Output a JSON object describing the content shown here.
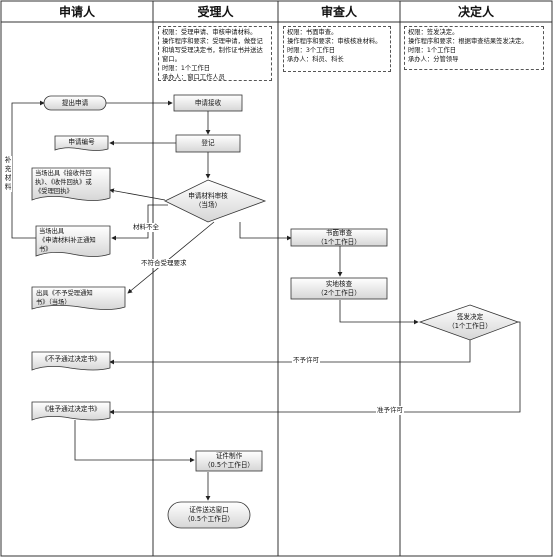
{
  "lanes": {
    "applicant": "申请人",
    "acceptor": "受理人",
    "reviewer": "审查人",
    "decider": "决定人"
  },
  "notes": {
    "acceptor": [
      "权限：受理申请、审核申请材料。",
      "操作程序和要求：受理申请，做登记和填写受理决定书，制作证书并送达窗口。",
      "时限：1个工作日",
      "承办人：窗口工作人员"
    ],
    "reviewer": [
      "权限：书面审查。",
      "操作程序和要求：审核核准材料。",
      "时限：3个工作日",
      "承办人：科员、科长"
    ],
    "decider": [
      "权限：签发决定。",
      "操作程序和要求：根据审查结果签发决定。",
      "时限：1个工作日",
      "承办人：分管领导"
    ]
  },
  "nodes": {
    "submit": "提出申请",
    "receive": "申请接收",
    "app_number": "申请编号",
    "register": "登记",
    "review_materials": [
      "申请材料审核",
      "（当场）"
    ],
    "issue_receipt": [
      "当场出具《接收件回",
      "执》、《收件回执》或",
      "《受理回执》"
    ],
    "supplement_notice": [
      "当场出具",
      "《申请材料补正通知",
      "书》"
    ],
    "reject_notice": [
      "出具《不予受理通知",
      "书》（当场）"
    ],
    "written_review": [
      "书面审查",
      "（1个工作日）"
    ],
    "field_check": [
      "实地核查",
      "（2个工作日）"
    ],
    "decision": [
      "签发决定",
      "（1个工作日）"
    ],
    "not_approved_doc": "《不予通过决定书》",
    "approved_doc": "《准予通过决定书》",
    "make_cert": [
      "证件制作",
      "（0.5个工作日）"
    ],
    "deliver": [
      "证件送达窗口",
      "（0.5个工作日）"
    ]
  },
  "labels": {
    "incomplete": "材料不全",
    "not_meet": "不符合受理要求",
    "not_permit": "不予许可",
    "permit": "准予许可",
    "supplement": "补充材料"
  }
}
